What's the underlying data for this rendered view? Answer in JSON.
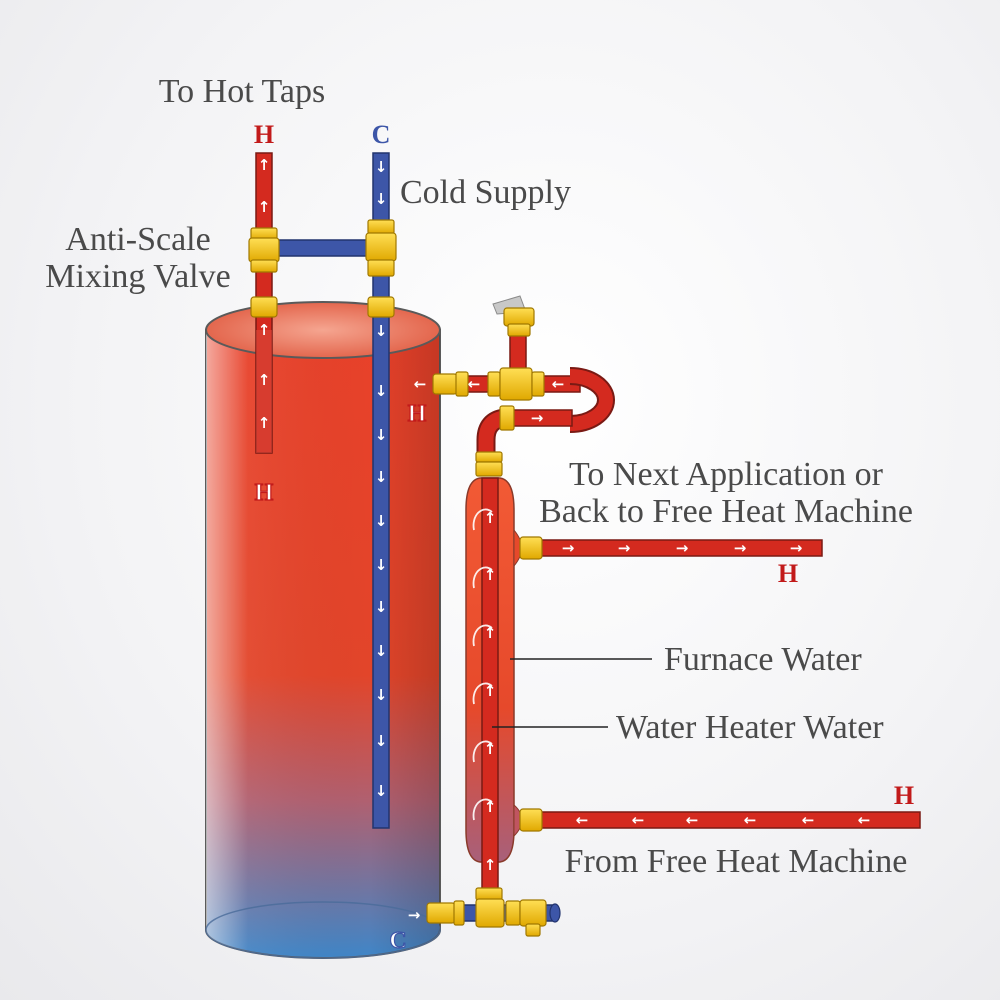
{
  "labels": {
    "to_hot_taps": "To Hot Taps",
    "cold_supply": "Cold Supply",
    "anti_scale_line1": "Anti-Scale",
    "anti_scale_line2": "Mixing Valve",
    "next_app_line1": "To Next Application or",
    "next_app_line2": "Back to Free Heat Machine",
    "furnace_water": "Furnace Water",
    "water_heater_water": "Water Heater Water",
    "from_free_heat": "From Free Heat Machine"
  },
  "pipe_letters": {
    "hot_tap": "H",
    "cold_supply": "C",
    "next_app": "H",
    "from_free_heat": "H",
    "tank_top_outlet": "H",
    "tank_dip_tube": "H",
    "tank_bottom_inlet": "C"
  },
  "arrows": {
    "up": "↑",
    "down": "↓",
    "left": "←",
    "right": "→"
  },
  "colors": {
    "hot": "#d42a1f",
    "cold": "#3d56a8",
    "fitting": "#f2c21b",
    "hot_letter": "#c21a1a",
    "cold_letter": "#3d56a8"
  }
}
